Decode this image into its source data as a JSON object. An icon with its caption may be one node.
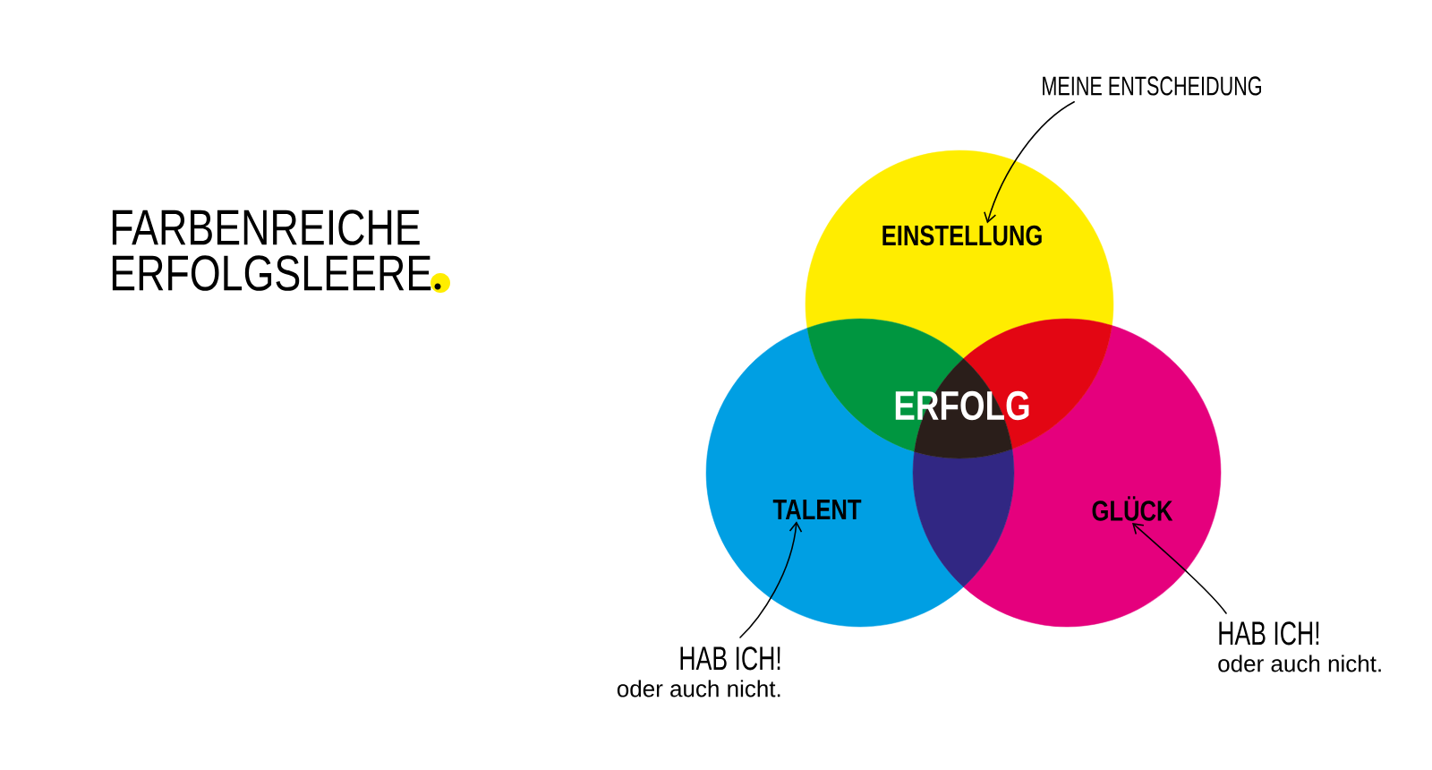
{
  "diagram": {
    "title": "FARBENREICHE ERFOLGSLEERE",
    "nodes": [
      {
        "text": [
          "EINSTELLUNG"
        ]
      },
      {
        "text": [
          "TALENT"
        ]
      },
      {
        "text": [
          "GLÜCK"
        ]
      },
      {
        "text": [
          "ERFOLG"
        ]
      },
      {
        "text": [
          "MEINE ENTSCHEIDUNG"
        ]
      },
      {
        "text": [
          "HAB ICH!",
          "oder auch nicht."
        ]
      },
      {
        "text": [
          "HAB ICH!",
          "oder auch nicht."
        ]
      },
      {
        "text": [],
        "shape": "lens"
      },
      {
        "text": [],
        "shape": "lens"
      },
      {
        "text": [],
        "shape": "lens"
      }
    ],
    "edges": [
      {
        "from": 4,
        "to": 0,
        "arrow": "to"
      },
      {
        "from": 5,
        "to": 1,
        "arrow": "to"
      },
      {
        "from": 6,
        "to": 2,
        "arrow": "to"
      }
    ]
  }
}
